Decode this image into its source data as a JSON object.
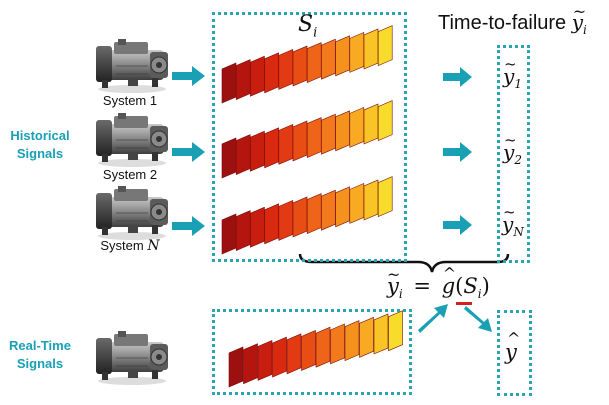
{
  "labels": {
    "historical": [
      "Historical",
      "Signals"
    ],
    "realtime": [
      "Real-Time",
      "Signals"
    ],
    "systems": [
      "System 1",
      "System 2",
      "System "
    ],
    "system_n_var": "N",
    "set_label": "S",
    "set_sub": "i",
    "ttf_text": "Time-to-failure ",
    "ttf_var": "y",
    "ttf_sub": "i",
    "outputs": [
      {
        "var": "y",
        "sub": "1"
      },
      {
        "var": "y",
        "sub": "2"
      },
      {
        "var": "y",
        "sub": "N"
      }
    ],
    "equation": {
      "lhs_var": "y",
      "lhs_sub": "i",
      "equals": "=",
      "func": "g",
      "arg_open": "(",
      "arg_var": "S",
      "arg_sub": "i",
      "arg_close": ")"
    },
    "prediction": "y"
  },
  "colors": {
    "accent": "#1aa0b4",
    "box": "#2aa3b2",
    "underline": "#d62020"
  }
}
